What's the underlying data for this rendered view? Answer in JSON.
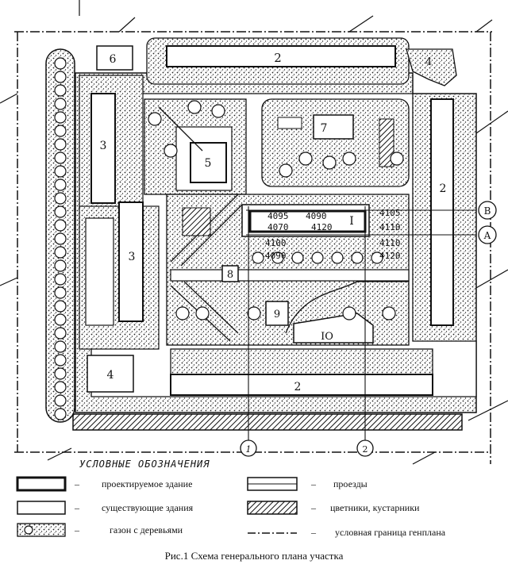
{
  "plan": {
    "building_numbers": {
      "top_long": "2",
      "corner_top_left": "6",
      "corner_top_right": "4",
      "left_upper": "3",
      "left_lower": "3",
      "right_long": "2",
      "courtyard_building": "7",
      "square_building": "5",
      "designed_building": "I",
      "small_building_8": "8",
      "small_building_9": "9",
      "building_10": "IO",
      "bottom_long": "2",
      "corner_bottom_left": "4"
    },
    "elevations": {
      "e1": "4095",
      "e2": "4090",
      "e3": "4070",
      "e4": "4120",
      "e5": "4105",
      "e6": "4110",
      "e7": "4100",
      "e8": "4110",
      "e9": "4090",
      "e10": "4120"
    },
    "axes": {
      "axis_b": "B",
      "axis_a": "A",
      "axis_1": "1",
      "axis_2": "2"
    }
  },
  "legend": {
    "title": "УСЛОВНЫЕ ОБОЗНАЧЕНИЯ",
    "items": [
      {
        "label": "проектируемое здание"
      },
      {
        "label": "существующие здания"
      },
      {
        "label": "газон с деревьями"
      },
      {
        "label": "проезды"
      },
      {
        "label": "цветники, кустарники"
      },
      {
        "label": "условная граница генплана"
      }
    ],
    "dash": "–"
  },
  "caption": "Рис.1 Схема генерального плана участка"
}
